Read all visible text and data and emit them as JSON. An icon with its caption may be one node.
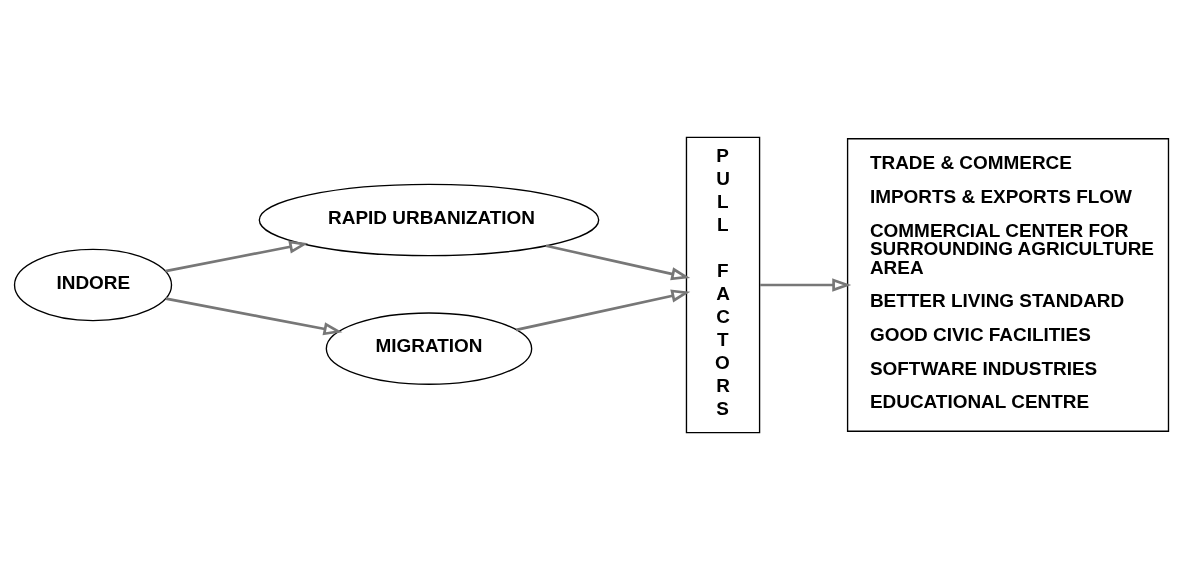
{
  "diagram": {
    "nodes": [
      {
        "text": [
          "INDORE"
        ]
      },
      {
        "text": [
          "RAPID URBANIZATION"
        ]
      },
      {
        "text": [
          "MIGRATION"
        ]
      },
      {
        "text": [
          "PULL FACTORS"
        ]
      },
      {
        "text": [
          "TRADE & COMMERCE",
          "IMPORTS & EXPORTS FLOW",
          "COMMERCIAL CENTER FOR SURROUNDING AGRICULTURE AREA",
          "BETTER LIVING STANDARD",
          "GOOD CIVIC FACILITIES",
          "SOFTWARE INDUSTRIES",
          "EDUCATIONAL CENTRE"
        ]
      }
    ],
    "edges": [
      {
        "from": 0,
        "to": 1,
        "arrow": "to"
      },
      {
        "from": 0,
        "to": 2,
        "arrow": "to"
      },
      {
        "from": 1,
        "to": 3,
        "arrow": "to"
      },
      {
        "from": 2,
        "to": 3,
        "arrow": "to"
      },
      {
        "from": 3,
        "to": 4,
        "arrow": "to"
      }
    ]
  }
}
